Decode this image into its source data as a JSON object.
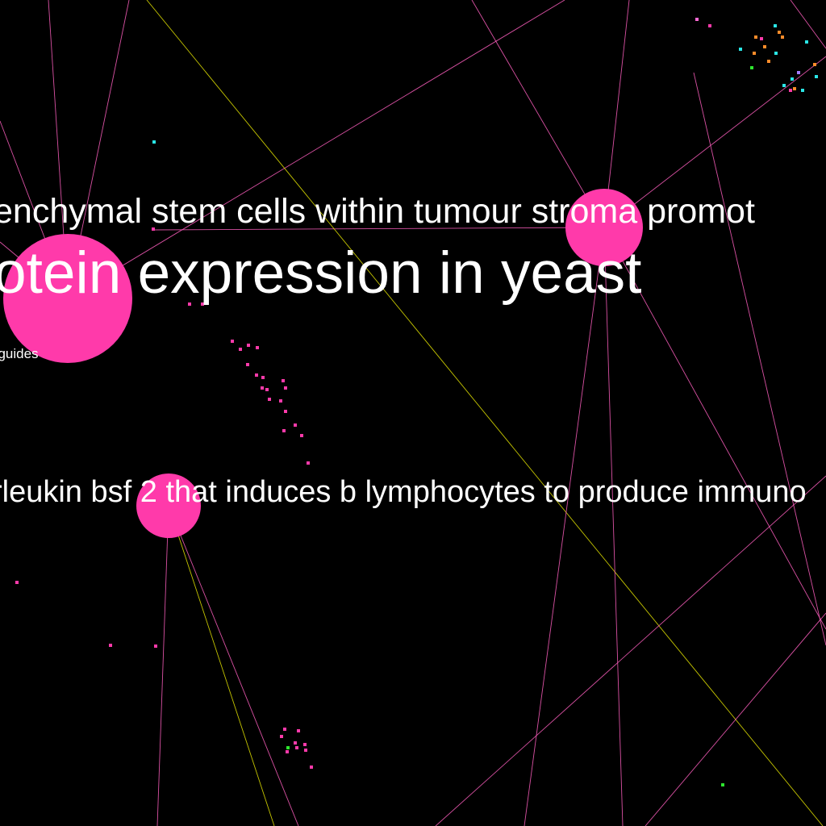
{
  "graph": {
    "background_color": "#000000",
    "colors": {
      "node": "#ff3aaa",
      "edge_pink": "#ff5fbf",
      "edge_yellow": "#e6e600",
      "label": "#ffffff"
    },
    "labels": {
      "stroma": "enchymal stem cells within tumour stroma promot",
      "yeast": "otein expression in yeast",
      "waveguides": "eguides",
      "interleukin": "rleukin bsf 2 that induces b lymphocytes to produce immuno"
    },
    "particle_colors": [
      "#ff3aaa",
      "#ff8c2a",
      "#2ae6e6",
      "#2ee62e",
      "#ff6ad5",
      "#9f7bff"
    ]
  }
}
